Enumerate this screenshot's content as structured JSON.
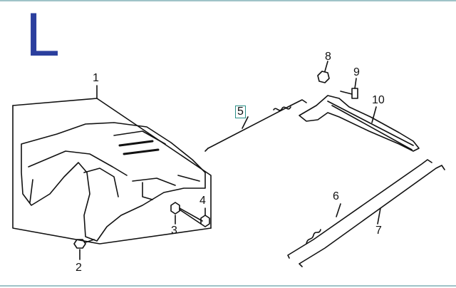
{
  "section": {
    "letter": "L"
  },
  "callouts": {
    "p1": "1",
    "p2": "2",
    "p3": "3",
    "p4": "4",
    "p5": "5",
    "p6": "6",
    "p7": "7",
    "p8": "8",
    "p9": "9",
    "p10": "10"
  },
  "colors": {
    "letter": "#2b3f9e",
    "frame_border": "#9fc3c8",
    "callout_box": "#2a8f87",
    "line": "#111111"
  }
}
